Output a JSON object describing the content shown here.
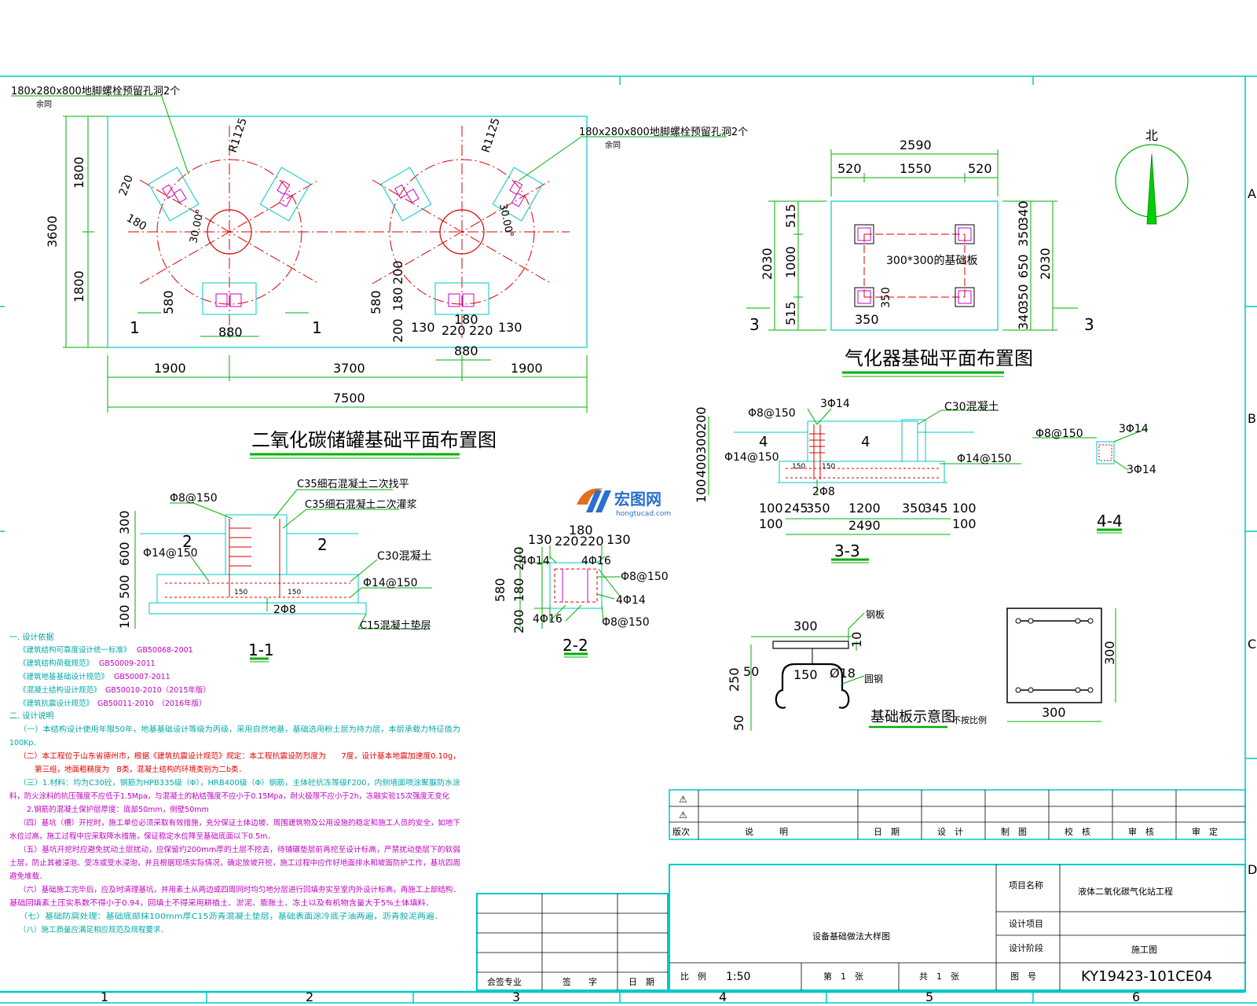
{
  "colors": {
    "frame": "#00c8c8",
    "dim": "#00b000",
    "red": "#dd0000",
    "magenta": "#cc00cc",
    "note_title": "#00a0a0",
    "note_text": "#00a8a8",
    "note_red": "#e00000",
    "note_magenta": "#c000c0"
  },
  "border": {
    "columns": [
      "1",
      "2",
      "3",
      "4",
      "5",
      "6"
    ],
    "rows": [
      "A",
      "B",
      "C",
      "D"
    ]
  },
  "co2_plan": {
    "title": "二氧化碳储罐基础平面布置图",
    "leader_left": "180x280x800地脚螺栓预留孔洞2个",
    "leader_left_sub": "余同",
    "leader_right": "180x280x800地脚螺栓预留孔洞2个",
    "leader_right_sub": "余同",
    "radius_left": "R1125",
    "radius_right": "R1125",
    "angle_left": "30.00°",
    "angle_right": "30.00°",
    "dim_total_height": "3600",
    "dim_half_top": "1800",
    "dim_half_bottom": "1800",
    "dim_220": "220",
    "dim_180": "180",
    "dim_580_left": "580",
    "dim_880_left": "880",
    "dim_580_right": "580",
    "dim_200_a": "200",
    "dim_180_b": "180",
    "dim_200_c": "200",
    "dim_130_l": "130",
    "dim_220_l": "220",
    "dim_220_r": "220",
    "dim_130_r": "130",
    "dim_180_top": "180",
    "dim_880_right": "880",
    "dim_1900_l": "1900",
    "dim_3700": "3700",
    "dim_1900_r": "1900",
    "dim_7500": "7500",
    "section_mark": "1"
  },
  "vaporizer_plan": {
    "title": "气化器基础平面布置图",
    "dim_2590": "2590",
    "dim_520_l": "520",
    "dim_1550": "1550",
    "dim_520_r": "520",
    "dim_2030_l": "2030",
    "dim_515_t": "515",
    "dim_1000": "1000",
    "dim_515_b": "515",
    "dim_340_t": "340",
    "dim_350_t": "350",
    "dim_650": "650",
    "dim_350_b": "350",
    "dim_340_b": "340",
    "dim_2030_r": "2030",
    "dim_350_in": "350",
    "dim_350_bottom": "350",
    "plate_label": "300*300的基础板",
    "section_mark": "3"
  },
  "north": {
    "label": "北"
  },
  "section_3_3": {
    "title": "3-3",
    "labels": {
      "phi8": "Φ8@150",
      "three_phi14": "3Φ14",
      "c30": "C30混凝土",
      "phi14_l": "Φ14@150",
      "phi14_r": "Φ14@150",
      "two_phi8": "2Φ8",
      "mark4": "4",
      "d150": "150"
    },
    "dims_left": [
      "200",
      "300",
      "400",
      "100"
    ],
    "dims_top": [
      "100",
      "245",
      "350",
      "1200",
      "350",
      "345",
      "100"
    ],
    "dims_bottom": [
      "100",
      "2490",
      "100"
    ]
  },
  "section_4_4": {
    "title": "4-4",
    "phi8": "Φ8@150",
    "three_phi14_t": "3Φ14",
    "three_phi14_b": "3Φ14"
  },
  "section_1_1": {
    "title": "1-1",
    "phi8": "Φ8@150",
    "c35_a": "C35细石混凝土二次找平",
    "c35_b": "C35细石混凝土二次灌浆",
    "phi14_l": "Φ14@150",
    "c30": "C30混凝土",
    "phi14_r": "Φ14@150",
    "two_phi8": "2Φ8",
    "c15": "C15混凝土垫层",
    "mark2": "2",
    "d150": "150",
    "dims_left": [
      "300",
      "600",
      "500",
      "100"
    ]
  },
  "section_2_2": {
    "title": "2-2",
    "top_dims": [
      "130",
      "220",
      "220",
      "130"
    ],
    "top_180": "180",
    "dims_left": [
      "200",
      "180",
      "200"
    ],
    "dim_580": "580",
    "four_phi14_a": "4Φ14",
    "four_phi16_a": "4Φ16",
    "phi8_a": "Φ8@150",
    "four_phi14_b": "4Φ14",
    "four_phi16_b": "4Φ16",
    "phi8_b": "Φ8@150"
  },
  "base_plate": {
    "title": "基础板示意图",
    "note": "不按比例",
    "dim_300_top": "300",
    "steel_plate": "钢板",
    "dim_10": "10",
    "dim_250": "250",
    "dim_50": "50",
    "dim_150": "150",
    "dia": "Ø18",
    "round_steel": "圆钢",
    "dim_50_b": "50",
    "plan_300_h": "300",
    "plan_300_v": "300"
  },
  "watermark": {
    "cn": "宏图网",
    "en": "hongtucad.com"
  },
  "notes": {
    "h1": "一. 设计依据",
    "refs": [
      {
        "t": "《建筑结构可靠度设计统一标准》",
        "c": "GB50068-2001"
      },
      {
        "t": "《建筑结构荷载规范》",
        "c": "GB50009-2011"
      },
      {
        "t": "《建筑地基基础设计规范》",
        "c": "GB50007-2011"
      },
      {
        "t": "《混凝土结构设计规范》",
        "c": "GB50010-2010（2015年版）"
      },
      {
        "t": "《建筑抗震设计规范》",
        "c": "GB50011-2010　（2016年版）"
      }
    ],
    "h2": "二. 设计说明",
    "p1a": "（一）本结构设计使用年限50年，地基基础设计等级为丙级，采用自然地基，基础选用粉土层为持力层，本层承载力特征值为",
    "p1b": "100Kp．",
    "p2a": "（二）本工程位于山东省德州市，根据《建筑抗震设计规范》规定：本工程抗震设防烈度为　　7度，设计基本地震加速度0.10g，",
    "p2b": "第三组，地面粗糙度为　B类，混凝土结构的环境类别为二b类．",
    "p3a": "（三）1.材料：均为C30砼，钢筋为HPB335级（Φ），HRB400级（Φ）钢筋，主体砼抗冻等级F200，内侧墙面喷涂聚脲防水涂",
    "p3b": "料，防火涂料的抗压强度不应低于1.5Mpa，与混凝土的粘结强度不应小于0.15Mpa，耐火极限不应小于2h，冻融实验15次强度无变化",
    "p3c": "2.钢筋的混凝土保护层厚度：底部50mm，侧壁50mm",
    "p4a": "（四）基坑（槽）开挖时，施工单位必须采取有效措施，充分保证土体边坡、周围建筑物及公用设施的稳定和施工人员的安全，如地下",
    "p4b": "水位过高，施工过程中应采取降水措施，保证稳定水位降至基础底面以下0.5m．",
    "p5a": "（五）基坑开挖时应避免扰动土层扰动，应保留约200mm厚的土层不挖去，待铺碾垫层前再挖至设计标高，严禁扰动垫层下的软弱",
    "p5b": "土层，防止其被浸泡、受冻或受水浸泡，并且根据现场实际情况，确定放坡开挖，施工过程中应作好地面排水和坡面防护工作，基坑四周",
    "p5c": "避免堆载．",
    "p6a": "（六）基础施工完毕后，应及时清理基坑，并用素土从两边或四周同时均匀地分层进行回填夯实至室内外设计标高，再施工上部结构．",
    "p6b": "基础回填素土压实系数不得小于0.94，回填土不得采用耕植土、淤泥、膨胀土、冻土以及有机物含量大于5%土体填料．",
    "p7": "（七）基础防腐处理：基础底部抹100mm厚C15沥青混凝土垫层，基础表面涂冷底子油两遍，沥青胶泥两遍．",
    "p8": "（八）施工质量应满足相应规范及规程要求．"
  },
  "revision_table": {
    "headers": [
      "版次",
      "说　　　明",
      "日　期",
      "设　计",
      "制　图",
      "校　核",
      "审　核",
      "审　定"
    ]
  },
  "title_block": {
    "drawing_name": "设备基础做法大样图",
    "project_name_label": "项目名称",
    "project_name": "液体二氧化碳气化站工程",
    "design_item_label": "设计项目",
    "design_stage_label": "设计阶段",
    "design_stage": "施工图",
    "scale_label": "比　例",
    "scale": "1:50",
    "sheet": "第　1　张",
    "total": "共　1　张",
    "drawing_no_label": "图　号",
    "drawing_no": "KY19423-101CE04"
  },
  "signoff": {
    "discipline": "会签专业",
    "sign": "签　　字",
    "date": "日　期"
  }
}
